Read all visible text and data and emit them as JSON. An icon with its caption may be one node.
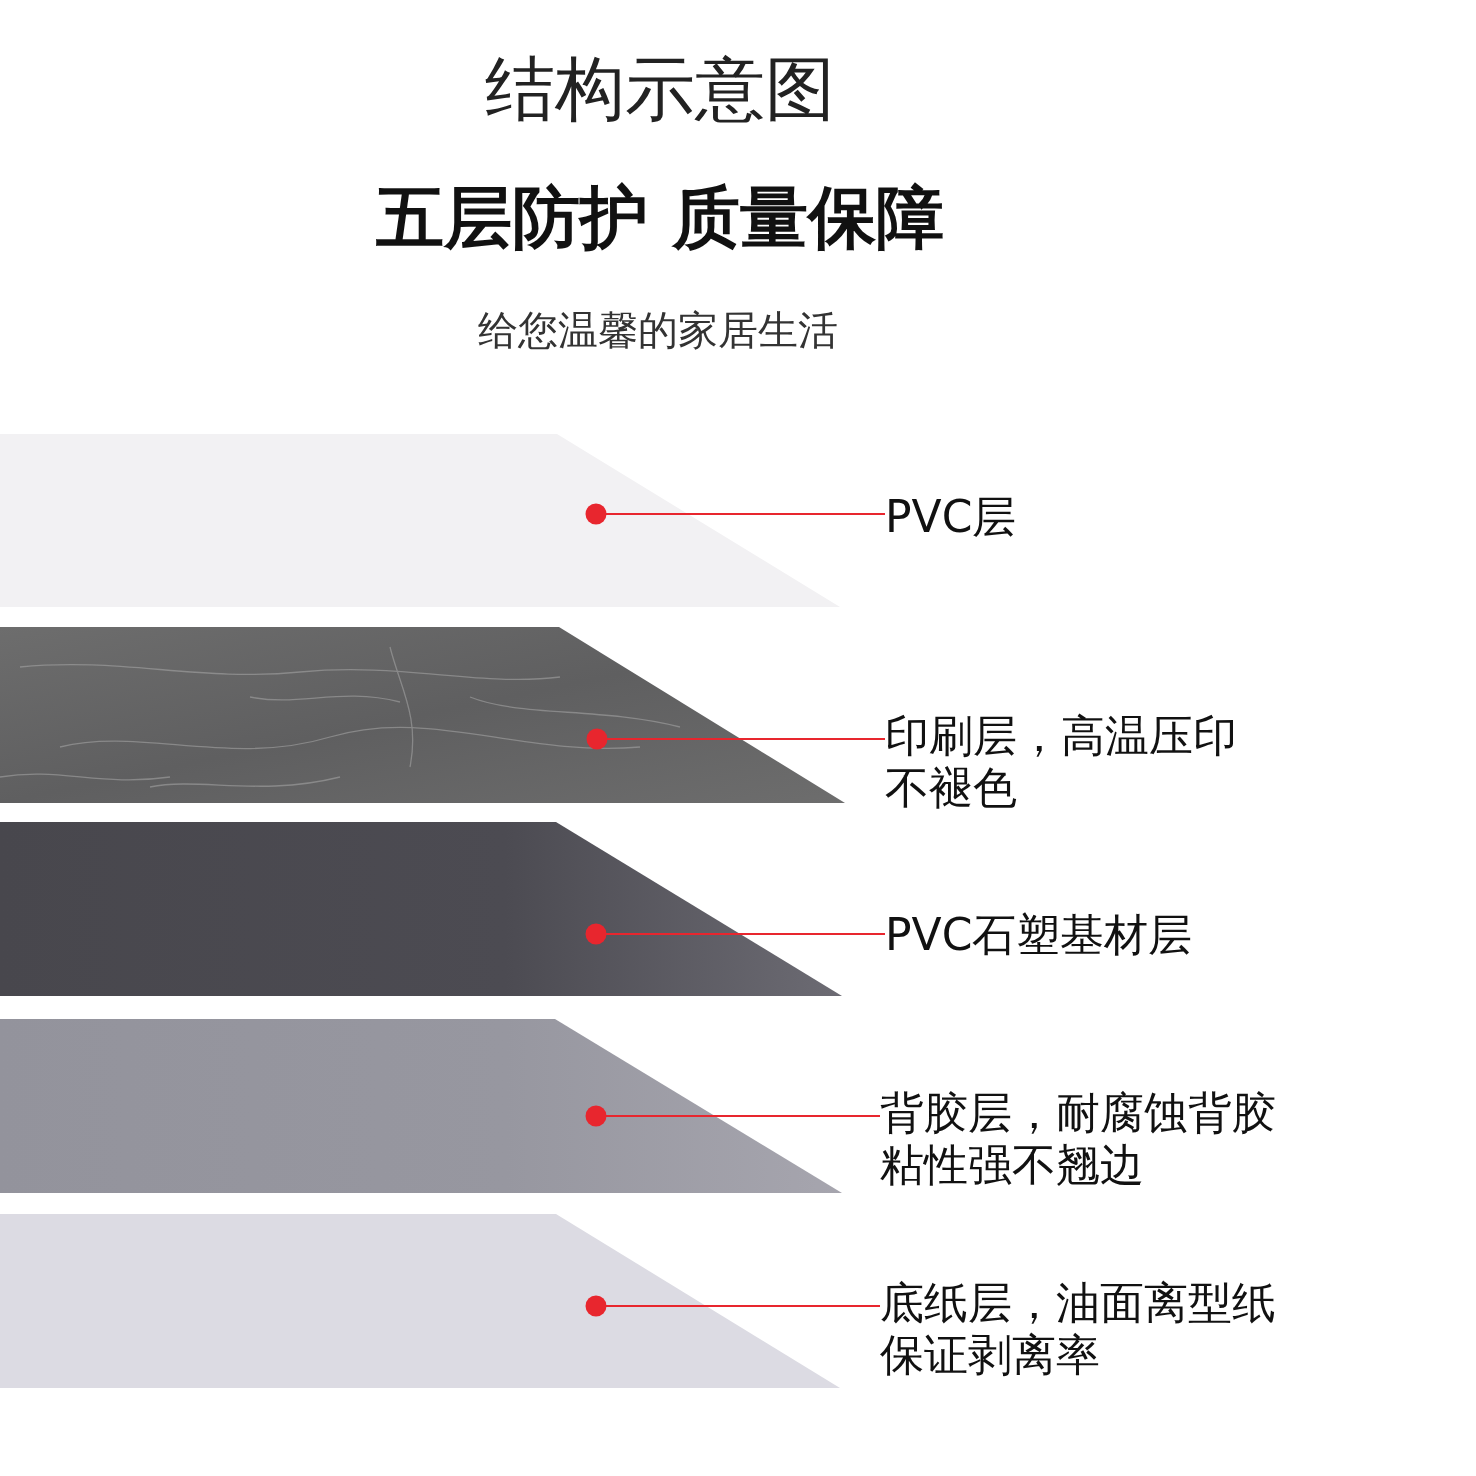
{
  "diagram": {
    "title": "结构示意图",
    "nodes": [
      {
        "text": [],
        "shape": "box"
      },
      {
        "text": [
          "PVC层"
        ]
      },
      {
        "text": [],
        "shape": "box"
      },
      {
        "text": [
          "印刷层，高温压印不褪色"
        ]
      },
      {
        "text": [],
        "shape": "box"
      },
      {
        "text": [
          "PVC石塑基材层"
        ]
      },
      {
        "text": [],
        "shape": "box"
      },
      {
        "text": [
          "背胶层，耐腐蚀背胶粘性强不翘边"
        ]
      },
      {
        "text": [],
        "shape": "box"
      },
      {
        "text": [
          "底纸层，油面离型纸保证剥离率"
        ]
      }
    ],
    "edges": [
      {
        "from": 1,
        "to": 0,
        "arrow": "other"
      },
      {
        "from": 3,
        "to": 2,
        "arrow": "other"
      },
      {
        "from": 5,
        "to": 4,
        "arrow": "other"
      },
      {
        "from": 7,
        "to": 6,
        "arrow": "other"
      },
      {
        "from": 9,
        "to": 8,
        "arrow": "other"
      }
    ],
    "labels": [
      "五层防护 质量保障",
      "给您温馨的家居生活"
    ]
  }
}
